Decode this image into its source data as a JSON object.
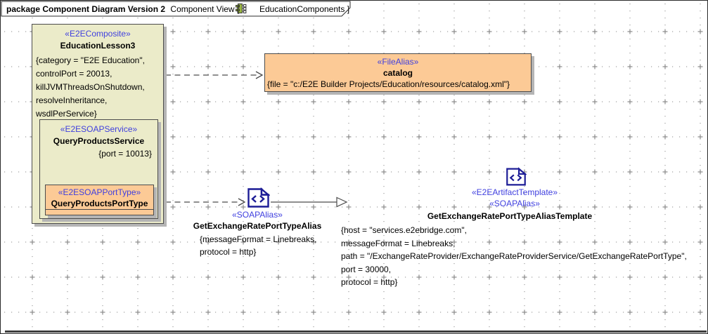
{
  "frame": {
    "kind_title": "package Component Diagram Version 2",
    "context_label": "Component View [",
    "diagram_name": "EducationComponents",
    "bracket_close": "]"
  },
  "education_lesson": {
    "stereotype": "«E2EComposite»",
    "name": "EducationLesson3",
    "props": [
      "{category = \"E2E Education\",",
      "controlPort = 20013,",
      "killJVMThreadsOnShutdown,",
      "resolveInheritance,",
      "wsdlPerService}"
    ]
  },
  "query_products_service": {
    "stereotype": "«E2ESOAPService»",
    "name": "QueryProductsService",
    "props": "{port = 10013}"
  },
  "query_products_port_type": {
    "stereotype": "«E2ESOAPPortType»",
    "name": "QueryProductsPortType"
  },
  "catalog": {
    "stereotype": "«FileAlias»",
    "name": "catalog",
    "props": "{file = \"c:/E2E Builder Projects/Education/resources/catalog.xml\"}"
  },
  "soap_alias": {
    "stereotype": "«SOAPAlias»",
    "name": "GetExchangeRatePortTypeAlias",
    "props": [
      "{messageFormat = Linebreaks,",
      "protocol = http}"
    ]
  },
  "template": {
    "stereotype1": "«E2EArtifactTemplate»",
    "stereotype2": "«SOAPAlias»",
    "name": "GetExchangeRatePortTypeAliasTemplate",
    "props": [
      "{host = \"services.e2ebridge.com\",",
      "messageFormat = Linebreaks,",
      "path = \"/ExchangeRateProvider/ExchangeRateProviderService/GetExchangeRatePortType\",",
      "port = 30000,",
      "protocol = http}"
    ]
  },
  "icons": {
    "service_badge_letter": "a"
  },
  "colors": {
    "node_khaki": "#ebebc9",
    "node_orange": "#fcca96",
    "stereotype_blue": "#3f3fdf",
    "artifact_navy": "#1c1c96",
    "line_dark": "#4c4c4c",
    "shadow_gray": "#b5b5b5",
    "grid_dot": "#9e9e9e"
  }
}
